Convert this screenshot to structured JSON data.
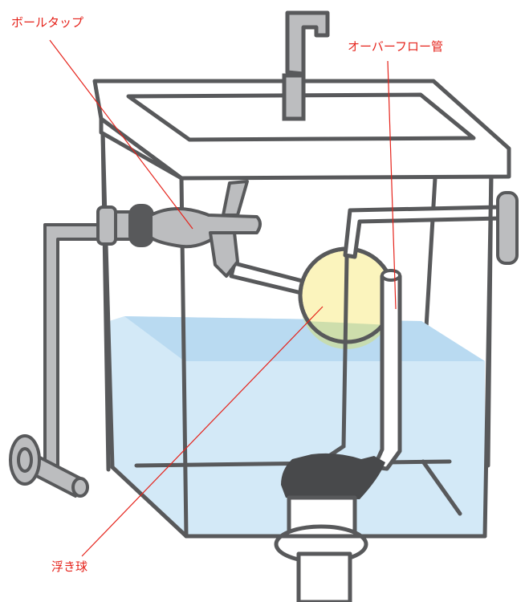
{
  "labels": {
    "ball_tap": "ボールタップ",
    "overflow_pipe": "オーバーフロー管",
    "float_ball": "浮き球"
  },
  "colors": {
    "outline": "#58595b",
    "pipe_fill": "#bcbdbf",
    "water": "#d3e9f7",
    "water_surface": "#b9daf1",
    "float": "#fbf4bd",
    "float_submerged": "#c9dcaa",
    "flapper": "#48494b",
    "leader_line": "#e5231b"
  }
}
